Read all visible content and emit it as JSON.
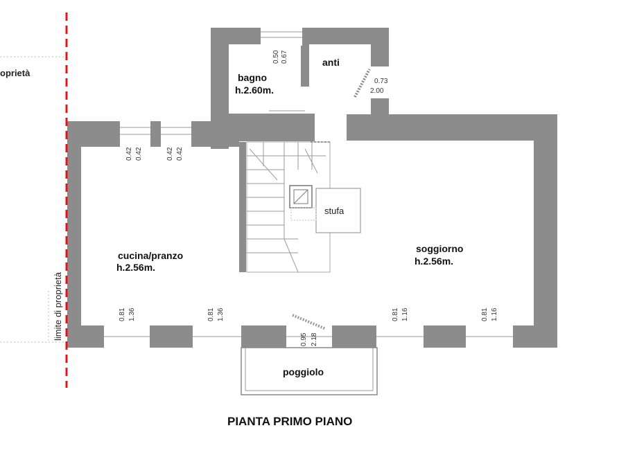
{
  "plan": {
    "title": "PIANTA PRIMO PIANO",
    "rooms": {
      "bagno": {
        "name": "bagno",
        "height": "h.2.60m."
      },
      "anti": {
        "name": "anti"
      },
      "cucina": {
        "name": "cucina/pranzo",
        "height": "h.2.56m."
      },
      "soggiorno": {
        "name": "soggiorno",
        "height": "h.2.56m."
      },
      "poggiolo": {
        "name": "poggiolo"
      },
      "stufa": {
        "name": "stufa"
      }
    },
    "property_line": {
      "label": "limite di proprietà",
      "fragment": "oprietà",
      "color": "#e0141e"
    },
    "openings": {
      "bagno_window": [
        "0.50",
        "0.67"
      ],
      "anti_door": [
        "0.73",
        "2.00"
      ],
      "kitchen_top_win_1": [
        "0.42",
        "0.42"
      ],
      "kitchen_top_win_2": [
        "0.42",
        "0.42"
      ],
      "south_win_1": [
        "0.81",
        "1.36"
      ],
      "south_win_2": [
        "0.81",
        "1.36"
      ],
      "balcony_door": [
        "0.95",
        "2.18"
      ],
      "south_win_3": [
        "0.81",
        "1.16"
      ],
      "south_win_4": [
        "0.81",
        "1.16"
      ]
    },
    "colors": {
      "wall": "#8c8c8c",
      "background": "#ffffff"
    }
  }
}
